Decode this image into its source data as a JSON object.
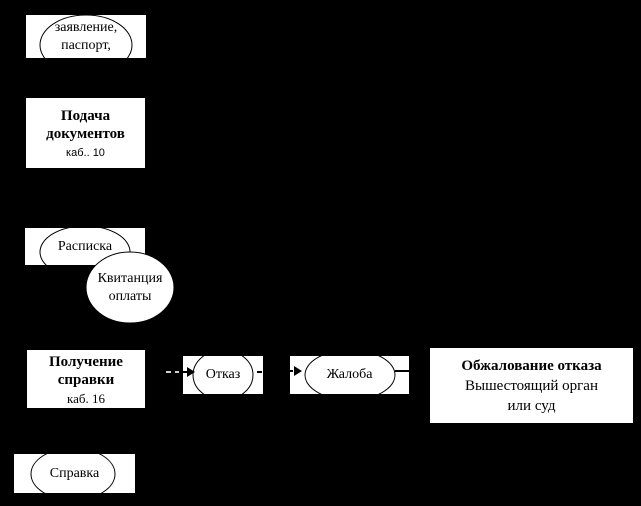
{
  "colors": {
    "background": "#000000",
    "shape_fill": "#ffffff",
    "outline": "#000000",
    "text": "#000000",
    "connector": "#000000",
    "faint_dash": "#cfcfcf"
  },
  "nodes": {
    "application_documents": {
      "line1": "заявление,",
      "line2": "паспорт,"
    },
    "document_submission": {
      "title1": "Подача",
      "title2": "документов",
      "room": "каб.. 10"
    },
    "receipt": {
      "label": "Расписка"
    },
    "payment_receipt": {
      "line1": "Квитанция",
      "line2": "оплаты"
    },
    "obtain_certificate": {
      "title1": "Получение",
      "title2": "справки",
      "room": "каб. 16"
    },
    "refusal": {
      "label": "Отказ"
    },
    "complaint": {
      "label": "Жалоба"
    },
    "appeal": {
      "title": "Обжалование отказа",
      "line1": "Вышестоящий орган",
      "line2": "или суд"
    },
    "certificate": {
      "label": "Справка"
    }
  }
}
